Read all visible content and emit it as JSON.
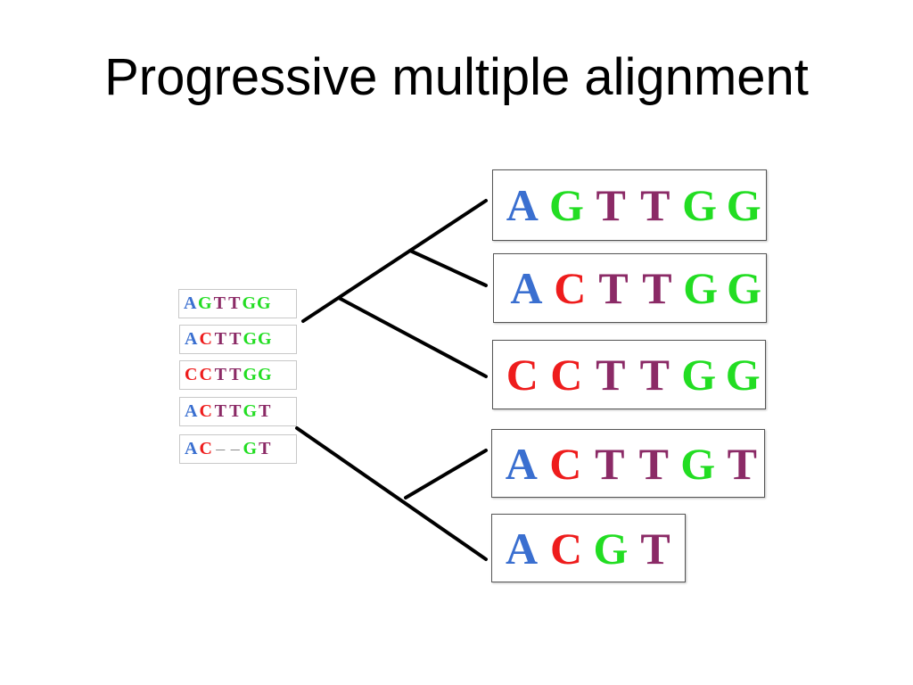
{
  "slide": {
    "title": "Progressive multiple alignment"
  },
  "input_sequences": [
    {
      "residues": [
        "A",
        "G",
        "T",
        "T",
        "G",
        "G"
      ]
    },
    {
      "residues": [
        "A",
        "C",
        "T",
        "T",
        "G",
        "G"
      ]
    },
    {
      "residues": [
        "C",
        "C",
        "T",
        "T",
        "G",
        "G"
      ]
    },
    {
      "residues": [
        "A",
        "C",
        "T",
        "T",
        "G",
        "T"
      ]
    },
    {
      "residues": [
        "A",
        "C",
        "G",
        "T"
      ]
    }
  ],
  "final_alignment": [
    {
      "residues": [
        "A",
        "G",
        "T",
        "T",
        "G",
        "G"
      ]
    },
    {
      "residues": [
        "A",
        "C",
        "T",
        "T",
        "G",
        "G"
      ]
    },
    {
      "residues": [
        "C",
        "C",
        "T",
        "T",
        "G",
        "G"
      ]
    },
    {
      "residues": [
        "A",
        "C",
        "T",
        "T",
        "G",
        "T"
      ]
    },
    {
      "residues": [
        "A",
        "C",
        "-",
        "-",
        "G",
        "T"
      ]
    }
  ],
  "colors": {
    "A": "#3a6fd0",
    "C": "#ee1c1c",
    "G": "#22dd22",
    "T": "#8b2a66"
  }
}
